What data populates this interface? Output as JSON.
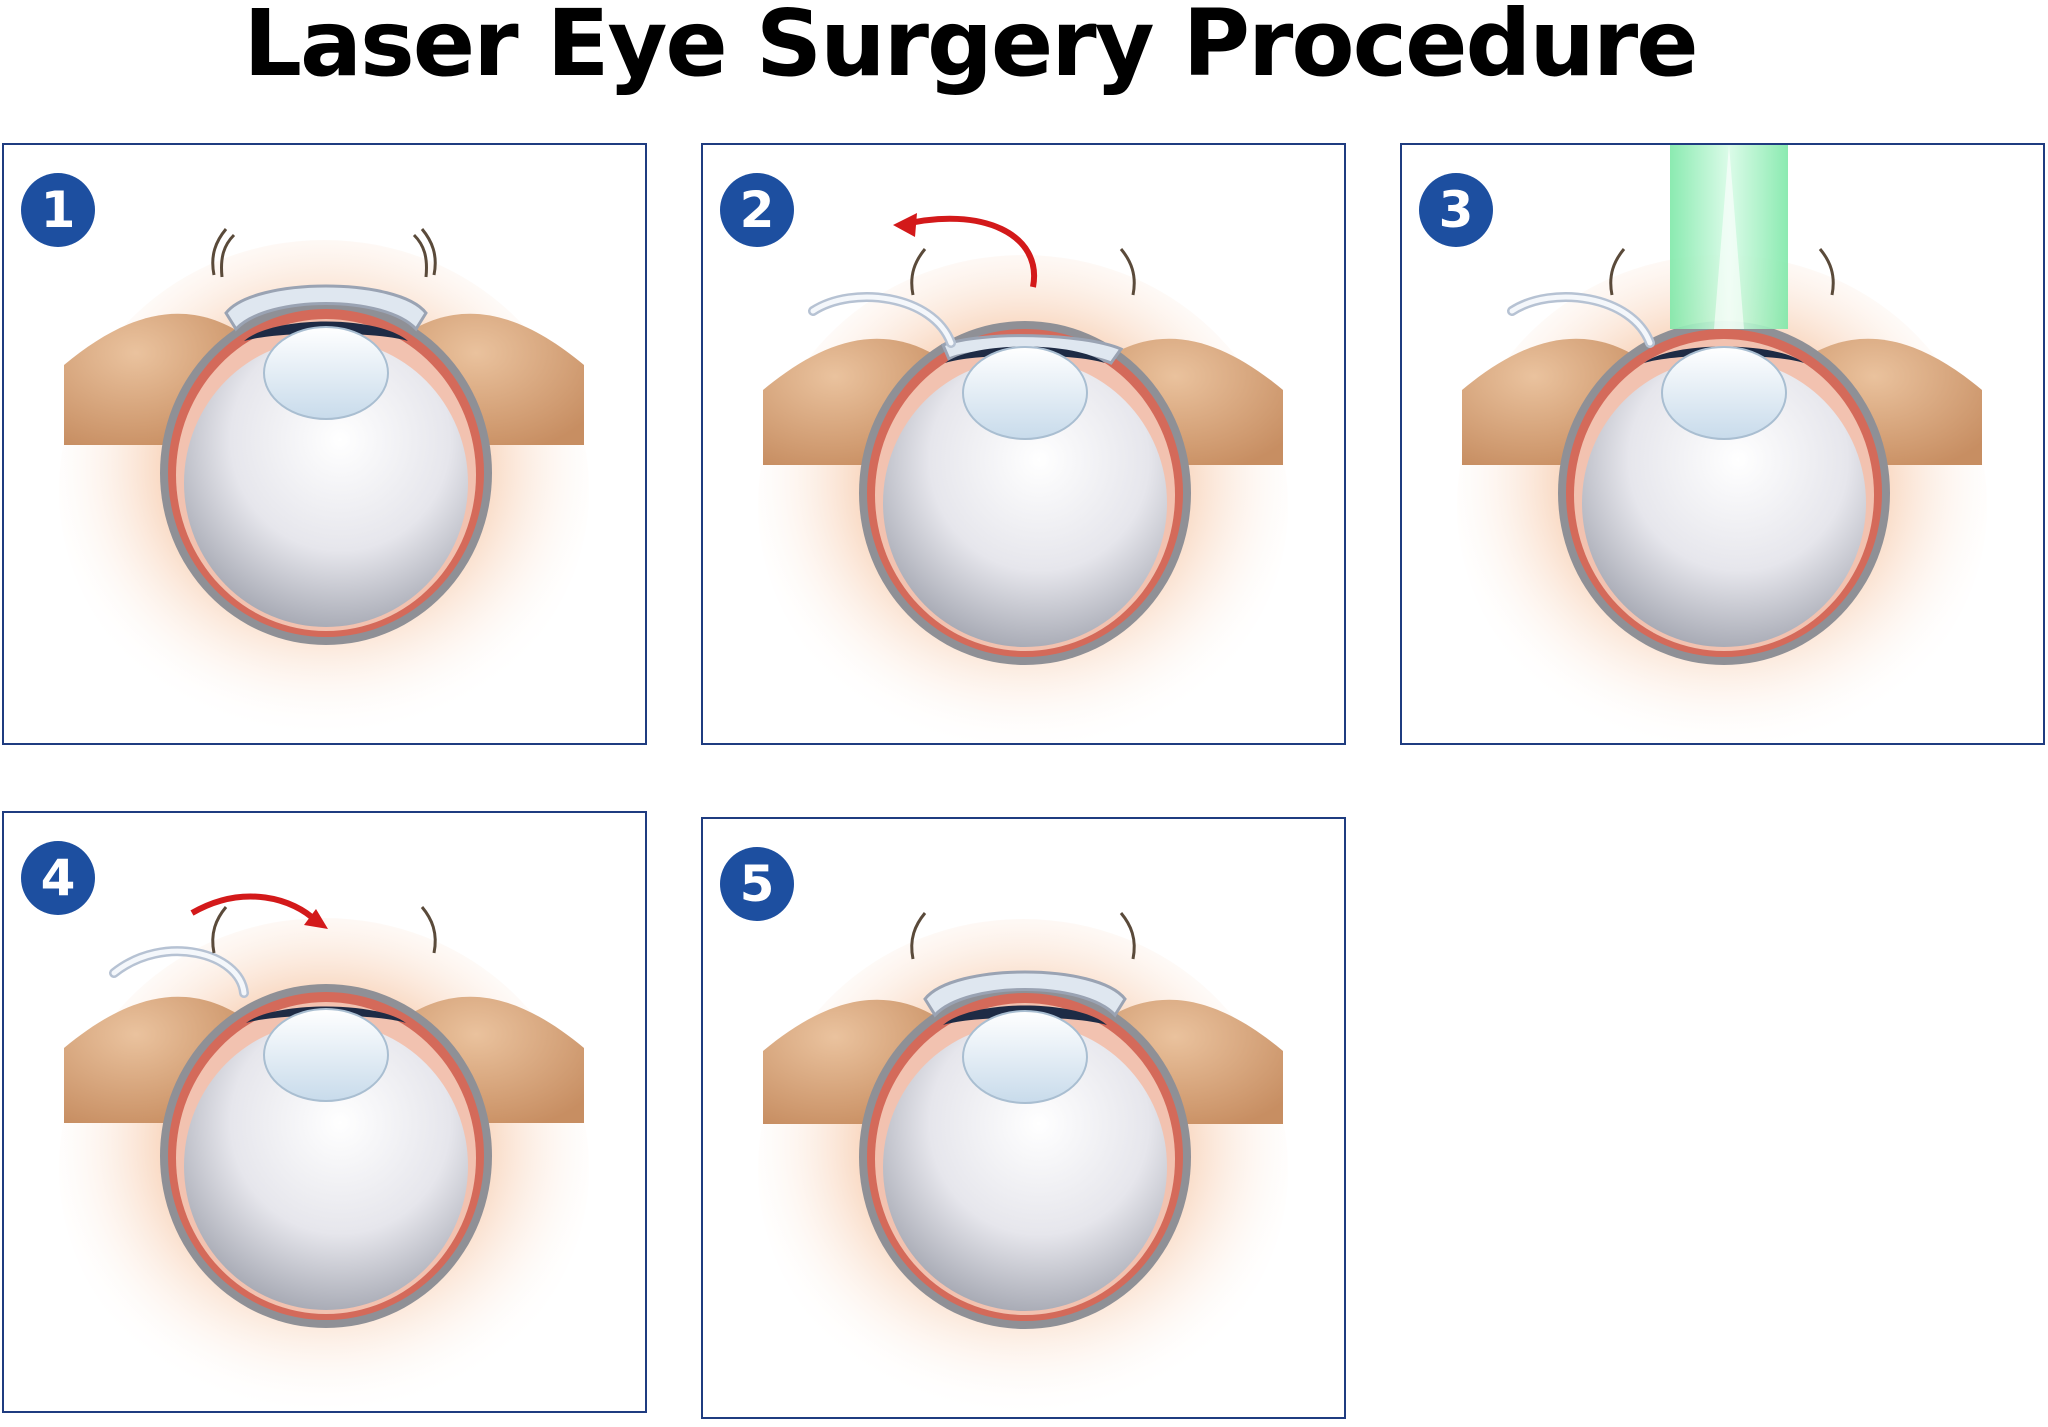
{
  "title": "Laser Eye Surgery Procedure",
  "steps": [
    {
      "number": "1"
    },
    {
      "number": "2"
    },
    {
      "number": "3"
    },
    {
      "number": "4"
    },
    {
      "number": "5"
    }
  ],
  "colors": {
    "panel_border": "#1f3c80",
    "badge": "#1d4fa0",
    "arrow": "#d3191a",
    "laser": "#7ee8a8",
    "skin_glow": "#f2b58a"
  }
}
